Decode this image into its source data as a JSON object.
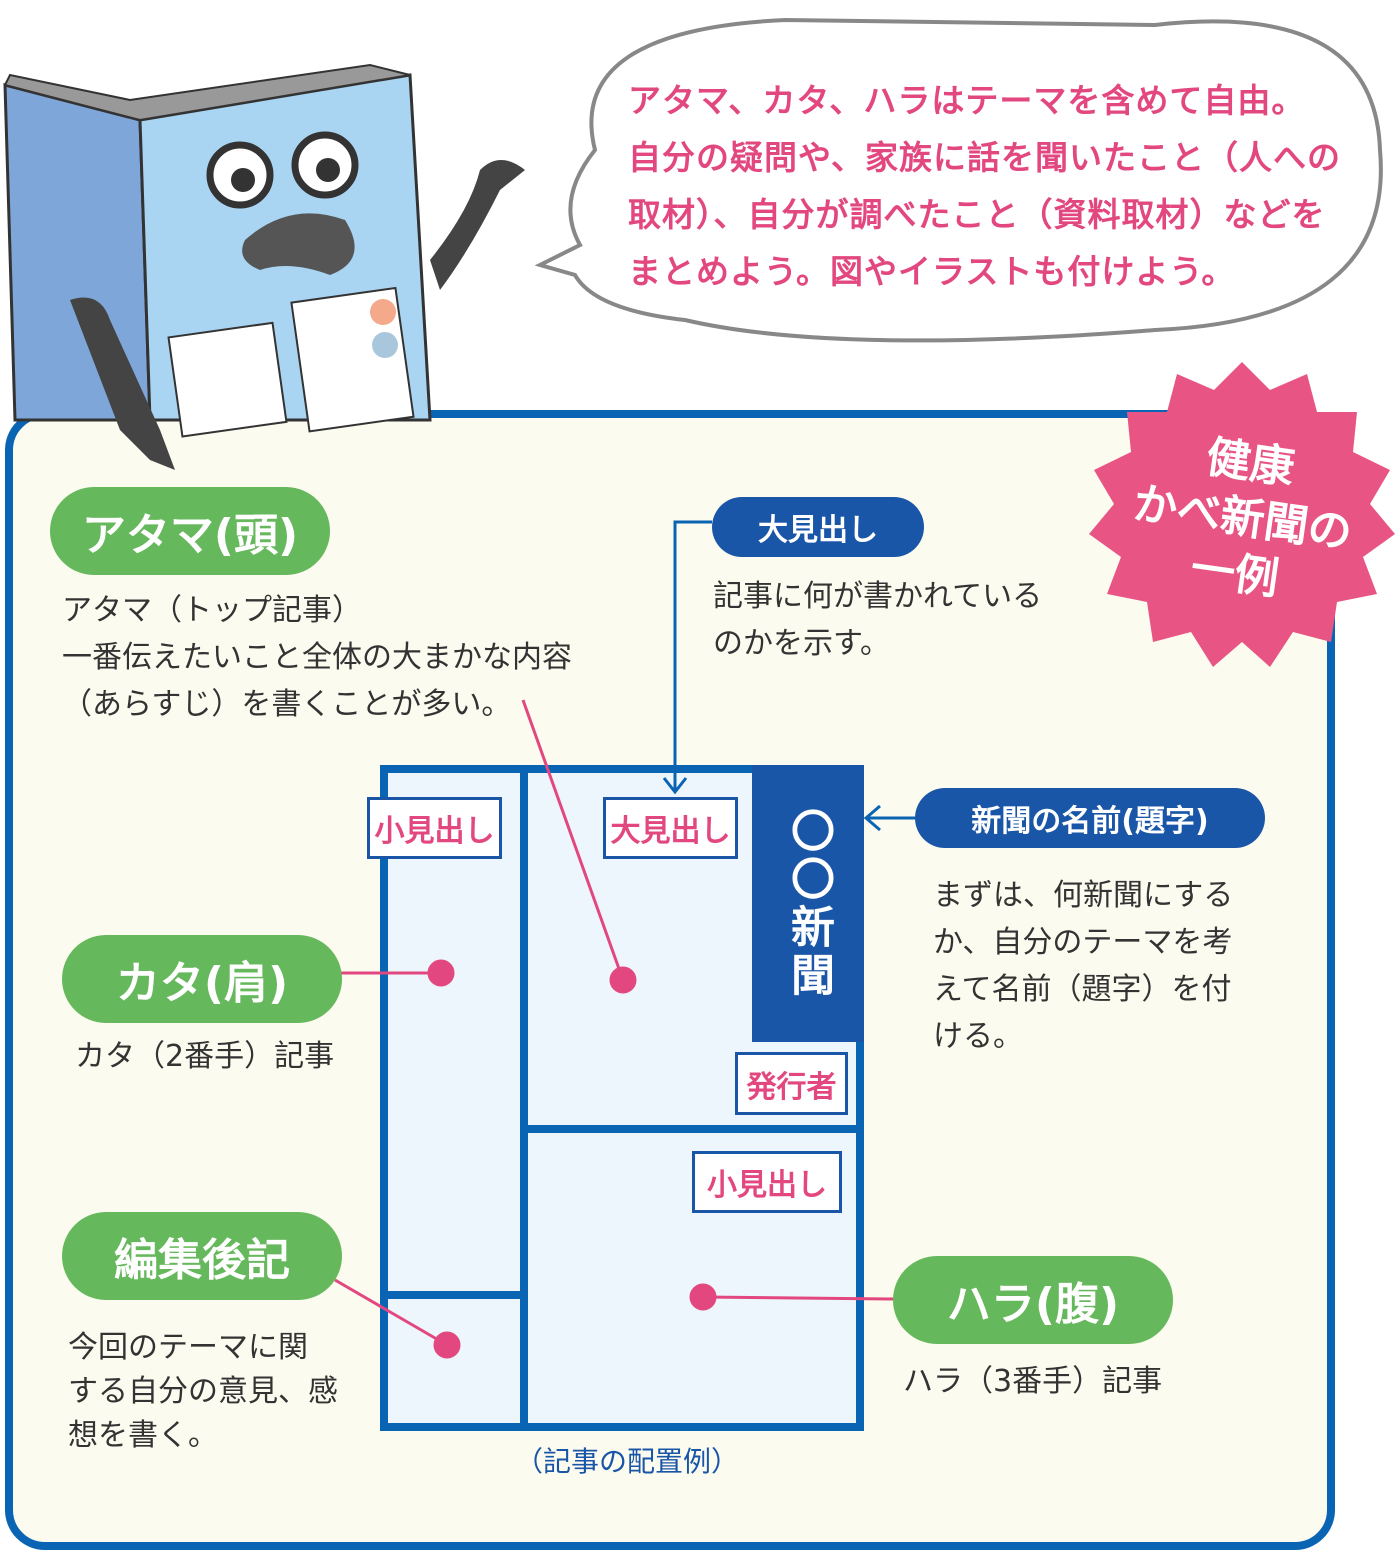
{
  "bubble": {
    "lines": [
      "アタマ、カタ、ハラはテーマを含めて自由。",
      "自分の疑問や、家族に話を聞いたこと（人への",
      "取材）、自分が調べたこと（資料取材）などを",
      "まとめよう。図やイラストも付けよう。"
    ]
  },
  "badge": {
    "lines": [
      "健康",
      "かべ新聞の",
      "一例"
    ]
  },
  "atama": {
    "label": "アタマ(頭)",
    "desc": [
      "アタマ（トップ記事）",
      "一番伝えたいこと全体の大まかな内容",
      "（あらすじ）を書くことが多い。"
    ]
  },
  "oomidashi": {
    "label": "大見出し",
    "desc": [
      "記事に何が書かれている",
      "のかを示す。"
    ]
  },
  "shinbun_name": {
    "label": "新聞の名前(題字)",
    "desc": [
      "まずは、何新聞にする",
      "か、自分のテーマを考",
      "えて名前（題字）を付",
      "ける。"
    ]
  },
  "kata": {
    "label": "カタ(肩)",
    "desc": "カタ（2番手）記事"
  },
  "henshu": {
    "label": "編集後記",
    "desc": [
      "今回のテーマに関",
      "する自分の意見、感",
      "想を書く。"
    ]
  },
  "hara": {
    "label": "ハラ(腹)",
    "desc": "ハラ（3番手）記事"
  },
  "layout": {
    "komidashi1": "小見出し",
    "oomidashi": "大見出し",
    "title_vertical": "〇〇新聞",
    "hakkousha": "発行者",
    "komidashi2": "小見出し",
    "caption": "（記事の配置例）"
  },
  "colors": {
    "blue": "#0a64b4",
    "green": "#66b85c",
    "pink": "#e2487f",
    "panel": "#fcfbef"
  }
}
